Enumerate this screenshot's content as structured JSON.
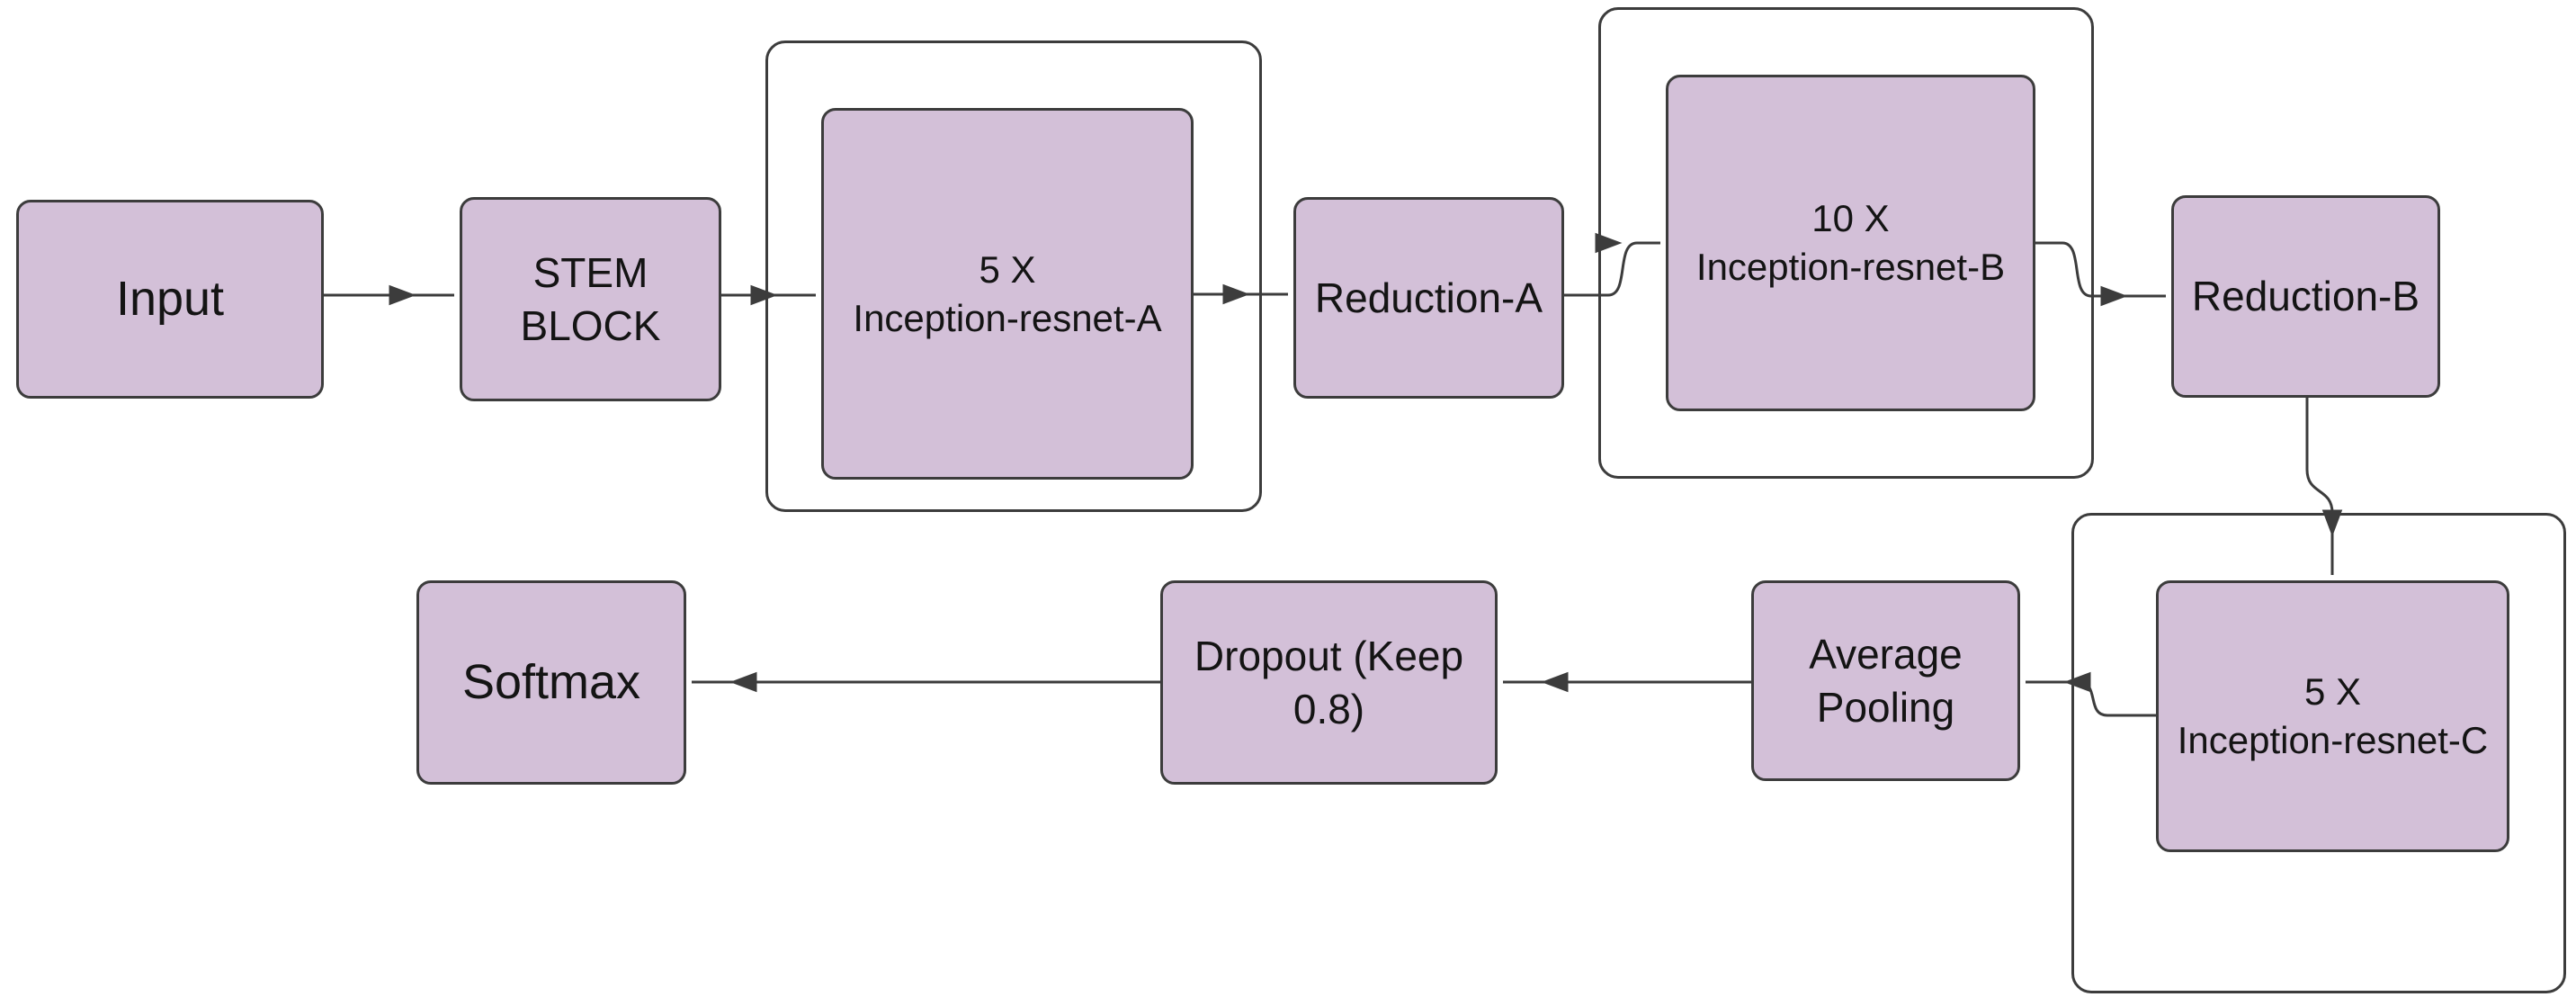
{
  "diagram": {
    "kind": "flowchart",
    "colors": {
      "background": "#ffffff",
      "node_fill": "#d3c0d8",
      "stroke": "#3c3c3c",
      "text": "#141414"
    },
    "nodes": {
      "input": {
        "lines": [
          "Input"
        ]
      },
      "stem": {
        "lines": [
          "STEM",
          "BLOCK"
        ]
      },
      "inception_a": {
        "lines": [
          "5 X",
          "Inception-resnet-A"
        ]
      },
      "reduction_a": {
        "lines": [
          "Reduction-A"
        ]
      },
      "inception_b": {
        "lines": [
          "10 X",
          "Inception-resnet-B"
        ]
      },
      "reduction_b": {
        "lines": [
          "Reduction-B"
        ]
      },
      "inception_c": {
        "lines": [
          "5 X",
          "Inception-resnet-C"
        ]
      },
      "avg_pool": {
        "lines": [
          "Average",
          "Pooling"
        ]
      },
      "dropout": {
        "lines": [
          "Dropout (Keep",
          "0.8)"
        ]
      },
      "softmax": {
        "lines": [
          "Softmax"
        ]
      }
    },
    "edges": [
      {
        "from": "input",
        "to": "stem"
      },
      {
        "from": "stem",
        "to": "inception_a"
      },
      {
        "from": "inception_a",
        "to": "reduction_a"
      },
      {
        "from": "reduction_a",
        "to": "inception_b"
      },
      {
        "from": "inception_b",
        "to": "reduction_b"
      },
      {
        "from": "reduction_b",
        "to": "inception_c"
      },
      {
        "from": "inception_c",
        "to": "avg_pool"
      },
      {
        "from": "avg_pool",
        "to": "dropout"
      },
      {
        "from": "dropout",
        "to": "softmax"
      }
    ]
  }
}
